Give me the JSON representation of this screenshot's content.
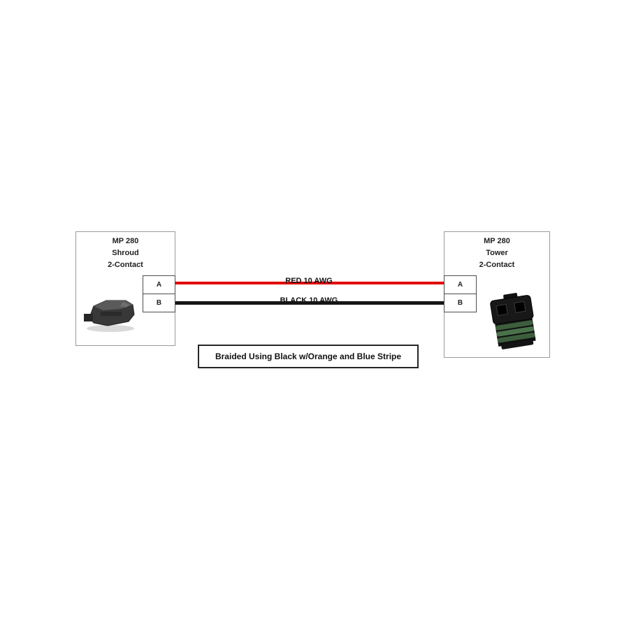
{
  "diagram": {
    "left_connector": {
      "title_lines": [
        "MP 280",
        "Shroud",
        "2-Contact"
      ],
      "pins": [
        "A",
        "B"
      ]
    },
    "right_connector": {
      "title_lines": [
        "MP 280",
        "Tower",
        "2-Contact"
      ],
      "pins": [
        "A",
        "B"
      ]
    },
    "wires": [
      {
        "label": "RED 10 AWG",
        "color": "#e10000"
      },
      {
        "label": "BLACK 10 AWG",
        "color": "#161616"
      }
    ],
    "caption": "Braided Using Black w/Orange and Blue Stripe",
    "colors": {
      "box_border": "#9a9a9a",
      "pin_border": "#4d4d4d",
      "caption_border": "#262626",
      "seal_green": "#49724a"
    }
  }
}
